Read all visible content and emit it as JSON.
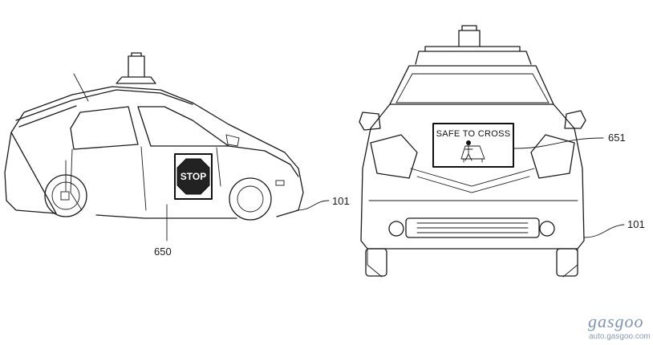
{
  "left_figure": {
    "sign_text": "STOP",
    "ref_display": "650",
    "ref_vehicle": "101"
  },
  "right_figure": {
    "display_text": "SAFE TO CROSS",
    "ref_display": "651",
    "ref_vehicle": "101"
  },
  "watermark": {
    "brand": "gasgoo",
    "url": "auto.gasgoo.com"
  },
  "colors": {
    "line": "#1a1a1a",
    "watermark": "#7f93b3"
  }
}
